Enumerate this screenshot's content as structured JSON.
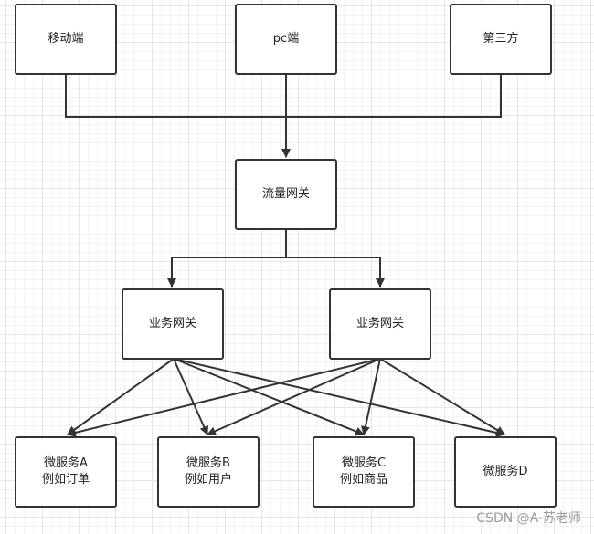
{
  "nodes": {
    "mobile": "移动端",
    "pc": "pc端",
    "third_party": "第三方",
    "traffic_gateway": "流量网关",
    "biz_gateway_left": "业务网关",
    "biz_gateway_right": "业务网关",
    "ms_a": {
      "line1": "微服务A",
      "line2": "例如订单"
    },
    "ms_b": {
      "line1": "微服务B",
      "line2": "例如用户"
    },
    "ms_c": {
      "line1": "微服务C",
      "line2": "例如商品"
    },
    "ms_d": "微服务D"
  },
  "watermark": "CSDN @A-苏老师",
  "colors": {
    "stroke": "#333333",
    "grid": "#e6e6e6",
    "text": "#222222"
  }
}
